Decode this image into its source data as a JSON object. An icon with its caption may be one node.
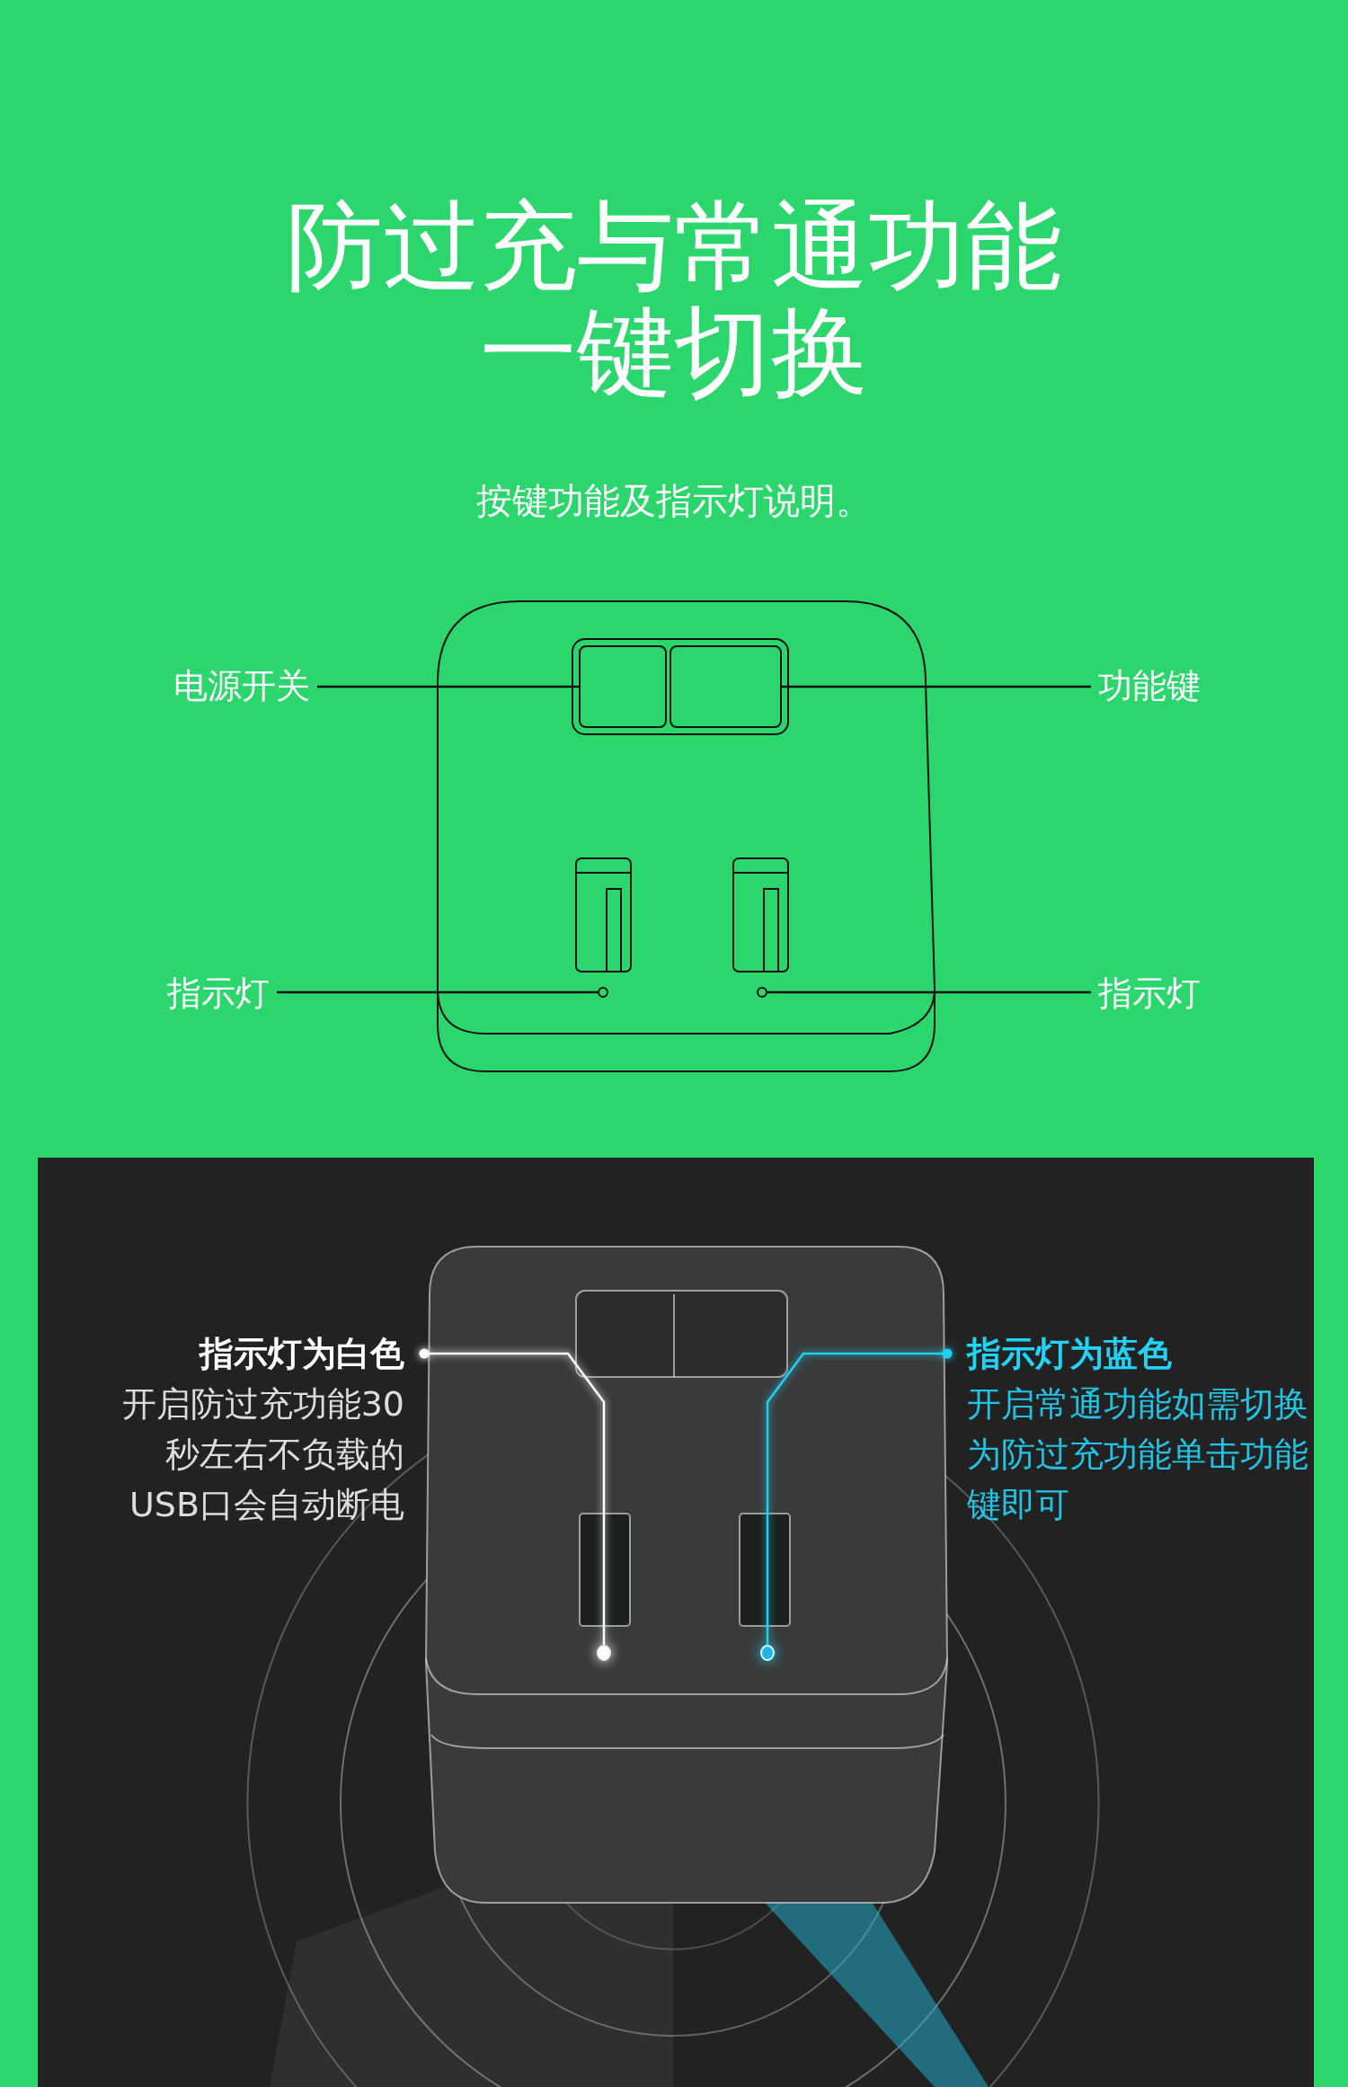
{
  "diagram": {
    "title": "防过充与常通功能一键切换",
    "nodes": [
      {
        "text": [
          "电源开关"
        ]
      },
      {
        "text": [],
        "shape": "box"
      },
      {
        "text": [
          "功能键"
        ]
      },
      {
        "text": [],
        "shape": "box"
      },
      {
        "text": [
          "指示灯"
        ]
      },
      {
        "text": [],
        "shape": "circle"
      },
      {
        "text": [
          "指示灯"
        ]
      },
      {
        "text": [],
        "shape": "circle"
      },
      {
        "text": [
          "指示灯为白色",
          "开启防过充功能30秒左右不负载的USB口会自动断电"
        ]
      },
      {
        "text": [],
        "shape": "circle"
      },
      {
        "text": [
          "指示灯为蓝色",
          "开启常通功能如需切换为防过充功能单击功能键即可"
        ]
      },
      {
        "text": [],
        "shape": "circle"
      }
    ],
    "edges": [
      {
        "from": 0,
        "to": 1,
        "arrow": "none"
      },
      {
        "from": 2,
        "to": 3,
        "arrow": "none"
      },
      {
        "from": 4,
        "to": 5,
        "arrow": "none"
      },
      {
        "from": 6,
        "to": 7,
        "arrow": "none"
      },
      {
        "from": 8,
        "to": 9,
        "arrow": "other",
        "color": "#ffffff"
      },
      {
        "from": 10,
        "to": 11,
        "arrow": "other",
        "color": "#1fd0f2"
      }
    ],
    "labels": [
      "按键功能及指示灯说明。"
    ]
  }
}
